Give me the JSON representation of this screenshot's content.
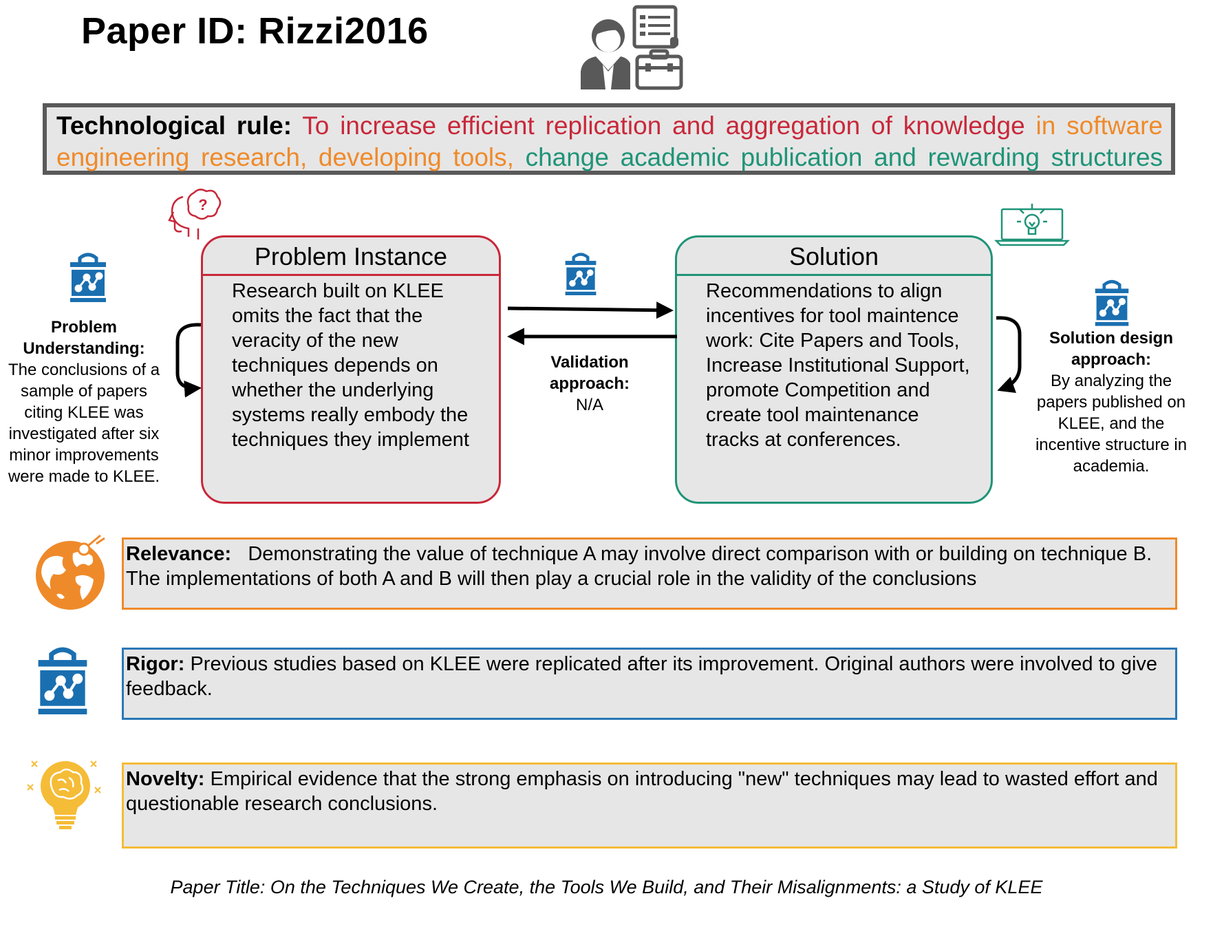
{
  "paper_id": "Paper ID: Rizzi2016",
  "technological_rule": {
    "label": "Technological rule:",
    "part_red": "To increase efficient replication and aggregation of knowledge",
    "part_orange": "in software engineering research, developing tools,",
    "part_green": "change academic publication and rewarding structures"
  },
  "problem": {
    "title": "Problem Instance",
    "text": "Research built on KLEE omits the fact that the veracity of the new techniques depends on whether the underlying systems really embody the techniques they implement"
  },
  "solution": {
    "title": "Solution",
    "text": "Recommendations to align incentives for tool maintence work: Cite Papers and Tools, Increase Institutional Support, promote Competition and create tool maintenance tracks at conferences."
  },
  "problem_understanding": {
    "label": "Problem Understanding:",
    "text": "The conclusions of a sample of papers citing KLEE was investigated after six minor improvements were made to KLEE."
  },
  "validation": {
    "label": "Validation approach:",
    "text": "N/A"
  },
  "solution_design": {
    "label": "Solution design approach:",
    "text": "By analyzing the papers published on KLEE, and the incentive structure in academia."
  },
  "relevance": {
    "label": "Relevance:",
    "text": "Demonstrating the value of technique A may involve direct comparison with or building on technique B. The implementations of both A and B will then play a crucial role in the validity of the conclusions"
  },
  "rigor": {
    "label": "Rigor:",
    "text": "Previous studies based on KLEE were replicated after its improvement. Original authors were involved to give feedback."
  },
  "novelty": {
    "label": "Novelty:",
    "text": "Empirical evidence that the strong emphasis on introducing \"new\" techniques may lead to wasted effort and questionable research conclusions."
  },
  "paper_title": "Paper Title:  On the Techniques We Create, the Tools We Build, and Their Misalignments: a Study of KLEE",
  "colors": {
    "red": "#c8283a",
    "orange": "#ef8a2a",
    "green": "#1f9478",
    "blue": "#1a6fb0",
    "yellow": "#f5bc37",
    "gray_fill": "#e6e6e6",
    "dark_gray": "#595959"
  },
  "icons": [
    "researcher-toolbox-icon",
    "thinking-head-icon",
    "laptop-lightbulb-icon",
    "lab-method-icon",
    "globe-icon",
    "lightbulb-brain-icon"
  ]
}
